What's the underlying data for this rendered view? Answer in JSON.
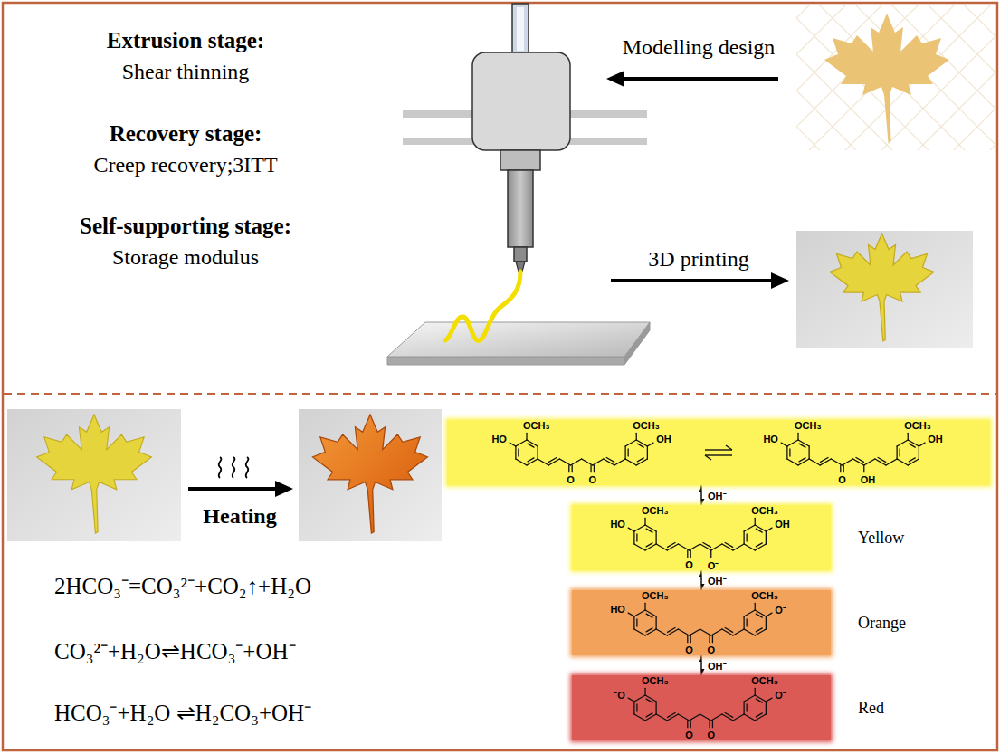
{
  "diagram": {
    "nodes": [
      {
        "text": [
          "OCH₃",
          "HO",
          "OCH₃",
          "OH",
          "O",
          "O",
          "OCH₃",
          "HO",
          "OCH₃",
          "OH",
          "O",
          "OH"
        ]
      },
      {
        "text": [
          "Yellow",
          "OCH₃",
          "HO",
          "OCH₃",
          "OH",
          "O",
          "O⁻"
        ]
      },
      {
        "text": [
          "Orange",
          "OCH₃",
          "HO",
          "OCH₃",
          "O⁻",
          "O",
          "O"
        ]
      },
      {
        "text": [
          "Red",
          "OCH₃",
          "⁻O",
          "OCH₃",
          "O⁻",
          "O",
          "O"
        ]
      }
    ],
    "edges": [
      {
        "from": 0,
        "to": 1,
        "arrow": "both",
        "label": "OH⁻"
      },
      {
        "from": 1,
        "to": 2,
        "arrow": "both",
        "label": "OH⁻"
      },
      {
        "from": 2,
        "to": 3,
        "arrow": "both",
        "label": "OH⁻"
      }
    ],
    "labels": [
      "Extrusion stage:",
      "Shear thinning",
      "Recovery stage:",
      "Creep recovery;3ITT",
      "Self-supporting stage:",
      "Storage modulus",
      "Modelling design",
      "3D printing",
      "Heating",
      "2HCO₃⁻=CO₃²⁻+CO₂↑+H₂O",
      "CO₃²⁻+H₂O⇌HCO₃⁻+OH⁻",
      "HCO₃⁻+H₂O ⇌H₂CO₃+OH⁻"
    ]
  }
}
